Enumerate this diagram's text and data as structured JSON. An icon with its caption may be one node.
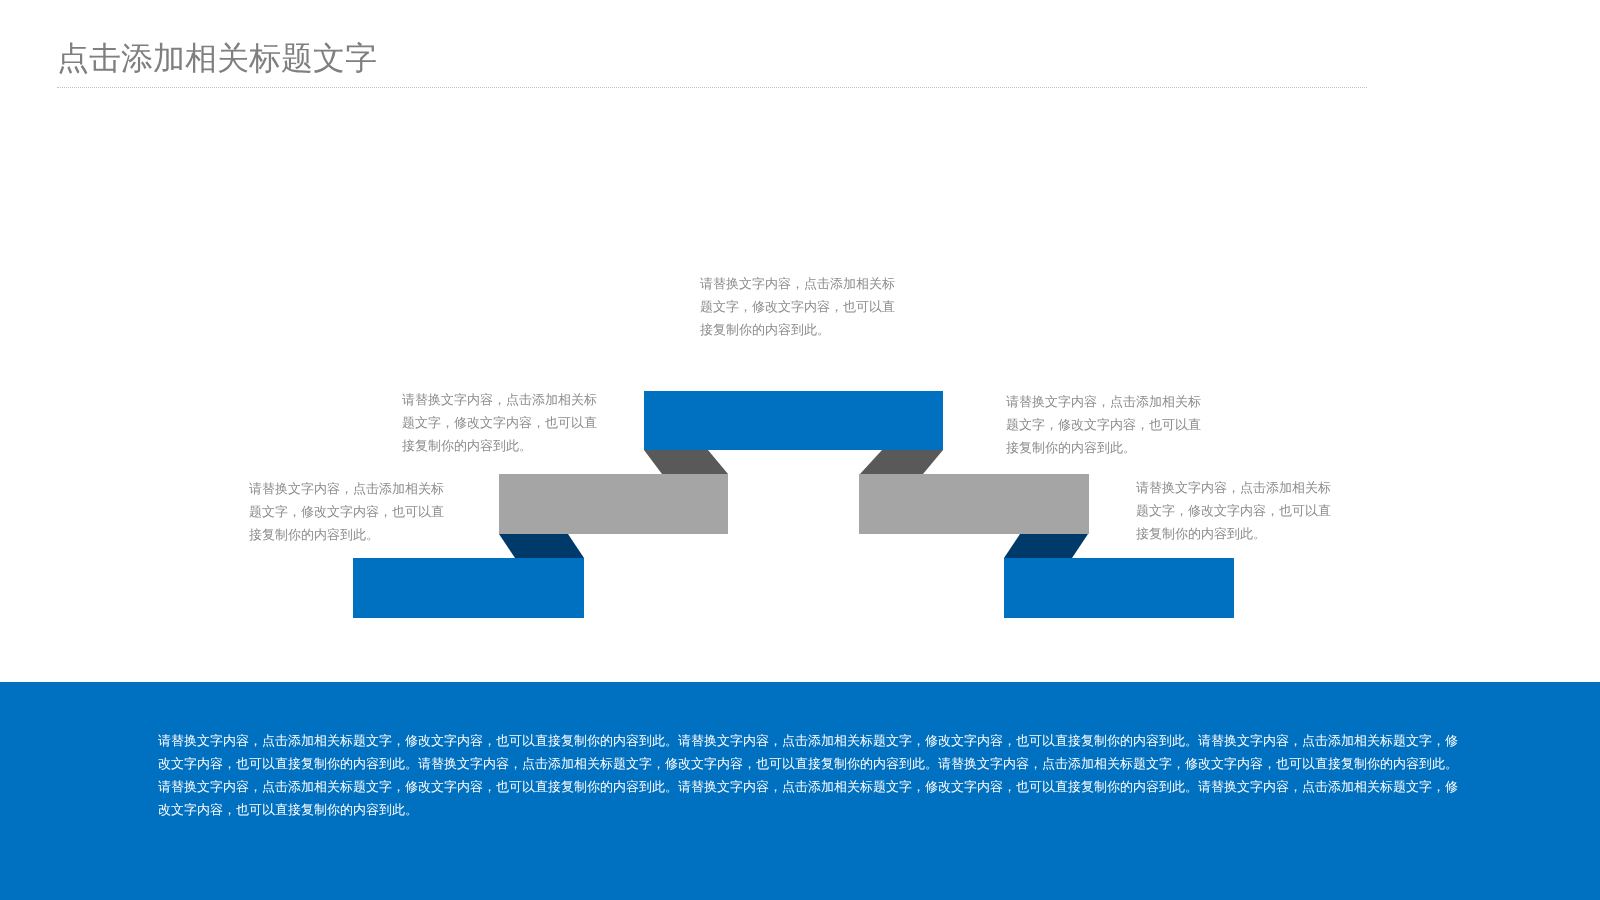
{
  "diagram": {
    "title": "点击添加相关标题文字",
    "nodes": [
      {
        "text": [
          "请替换文字内容，点击添加相关标题文字，修改文字内容，也可以直接复制你的内容到此。请替换文字内容，点击添加相关标题文字，修改文字内容，也可以直接复制你的内容到此。请替换文字内容，点击添加相关标题文字，修改文字内容，也可以直接复制你的内容到此。请替换文字内容，点击添加相关标题文字，修改文字内容，也可以直接复制你的内容到此。请替换文字内容，点击添加相关标题文字，修改文字内容，也可以直接复制你的内容到此。请替换文字内容，点击添加相关标题文字，修改文字内容，也可以直接复制你的内容到此。请替换文字内容，点击添加相关标题文字，修改文字内容，也可以直接复制你的内容到此。请替换文字内容，点击添加相关标题文字，修改文字内容，也可以直接复制你的内容到此。"
        ]
      }
    ],
    "labels": [
      "请替换文字内容，点击添加相关标题文字，修改文字内容，也可以直接复制你的内容到此。",
      "请替换文字内容，点击添加相关标题文字，修改文字内容，也可以直接复制你的内容到此。",
      "请替换文字内容，点击添加相关标题文字，修改文字内容，也可以直接复制你的内容到此。",
      "请替换文字内容，点击添加相关标题文字，修改文字内容，也可以直接复制你的内容到此。",
      "请替换文字内容，点击添加相关标题文字，修改文字内容，也可以直接复制你的内容到此。"
    ]
  }
}
